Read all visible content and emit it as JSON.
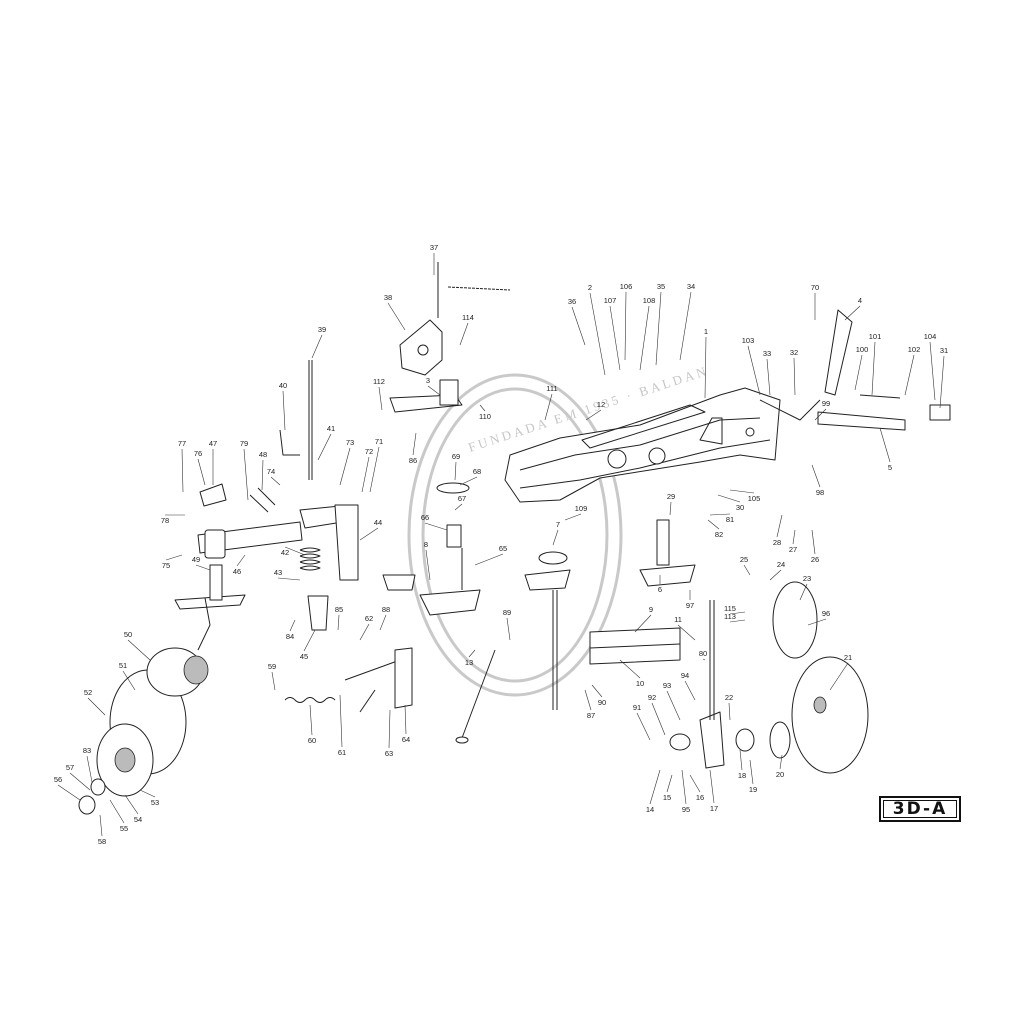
{
  "diagram": {
    "sheet_code": "3D-A",
    "watermark": "FUNDADA EM 1935 · BALDAN",
    "callouts": [
      "1",
      "2",
      "3",
      "4",
      "5",
      "6",
      "7",
      "8",
      "9",
      "10",
      "11",
      "12",
      "13",
      "14",
      "15",
      "16",
      "17",
      "18",
      "19",
      "20",
      "21",
      "22",
      "23",
      "24",
      "25",
      "26",
      "27",
      "28",
      "29",
      "30",
      "31",
      "32",
      "33",
      "34",
      "35",
      "36",
      "37",
      "38",
      "39",
      "40",
      "41",
      "42",
      "43",
      "44",
      "45",
      "46",
      "47",
      "48",
      "49",
      "50",
      "51",
      "52",
      "53",
      "54",
      "55",
      "56",
      "57",
      "58",
      "59",
      "60",
      "61",
      "62",
      "63",
      "64",
      "65",
      "66",
      "67",
      "68",
      "69",
      "70",
      "71",
      "72",
      "73",
      "74",
      "75",
      "76",
      "77",
      "78",
      "79",
      "80",
      "81",
      "82",
      "83",
      "84",
      "85",
      "86",
      "87",
      "88",
      "89",
      "90",
      "91",
      "92",
      "93",
      "94",
      "95",
      "96",
      "97",
      "98",
      "99",
      "100",
      "101",
      "102",
      "103",
      "104",
      "105",
      "106",
      "107",
      "108",
      "109",
      "110",
      "111",
      "112",
      "113",
      "114",
      "115"
    ]
  }
}
